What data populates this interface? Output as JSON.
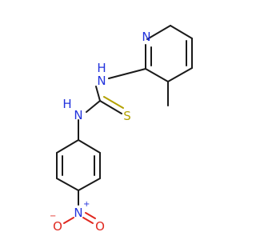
{
  "molecule": {
    "atoms": {
      "pyridine_n": "N",
      "nh_top_n": "N",
      "nh_top_h": "H",
      "nh_bottom_n": "N",
      "nh_bottom_h": "H",
      "thione_s": "S",
      "nitro_n": "N",
      "nitro_plus": "+",
      "nitro_o_left": "O",
      "nitro_o_left_charge": "−",
      "nitro_o_right": "O"
    },
    "colors": {
      "carbon_bond": "#1a1a1a",
      "nitrogen": "#2233dd",
      "sulfur": "#b3a100",
      "oxygen": "#e0281f"
    }
  }
}
